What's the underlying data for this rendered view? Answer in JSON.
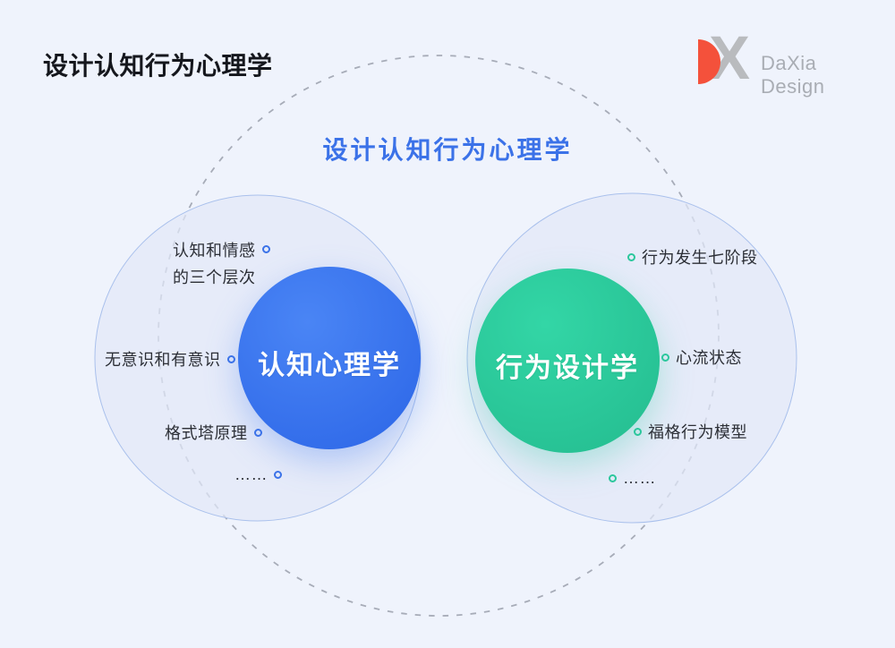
{
  "page": {
    "title": "设计认知行为心理学"
  },
  "logo": {
    "x_letter": "X",
    "brand": "DaXia Design",
    "d_color": "#F4513B",
    "x_color": "#B9BBBE",
    "brand_color": "#A9ADB4"
  },
  "diagram": {
    "center_title": "设计认知行为心理学",
    "colors": {
      "background": "#EFF3FC",
      "accent_blue": "#3B72E8",
      "circle_blue": "#3370EE",
      "circle_green": "#2BC79C",
      "light_circle_fill": "#E2E8F8",
      "light_circle_stroke": "#A9C0EC",
      "dashed_stroke": "#A7ACB8",
      "label_text": "#2C2F36"
    },
    "left_group": {
      "circle_label": "认知心理学",
      "items": [
        {
          "line1": "认知和情感",
          "line2": "的三个层次"
        },
        {
          "line1": "无意识和有意识"
        },
        {
          "line1": "格式塔原理"
        },
        {
          "line1": "……"
        }
      ]
    },
    "right_group": {
      "circle_label": "行为设计学",
      "items": [
        {
          "line1": "行为发生七阶段"
        },
        {
          "line1": "心流状态"
        },
        {
          "line1": "福格行为模型"
        },
        {
          "line1": "……"
        }
      ]
    }
  }
}
